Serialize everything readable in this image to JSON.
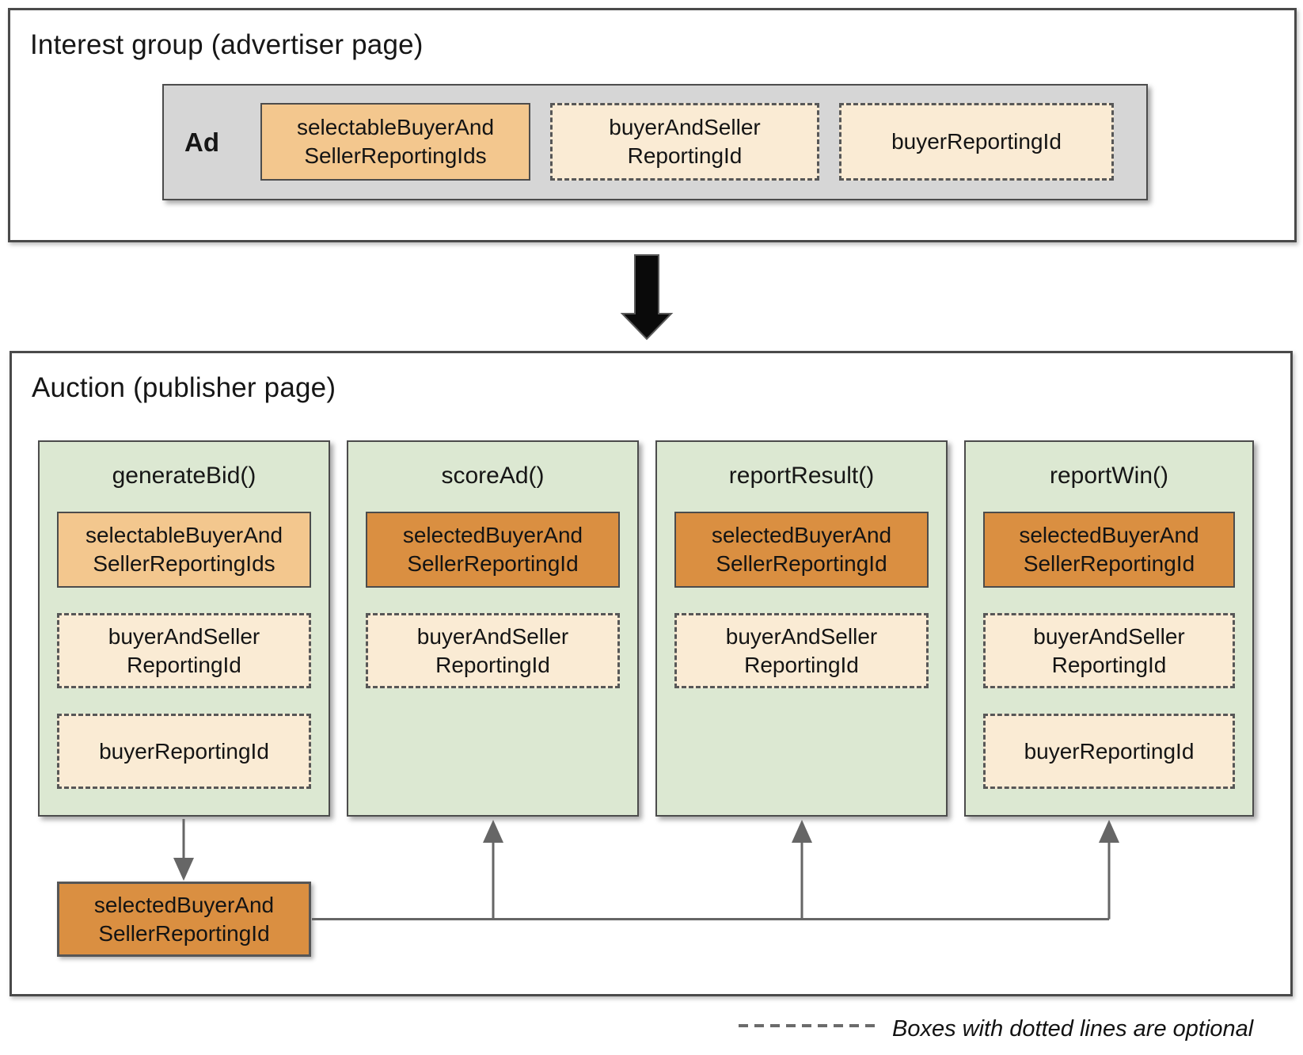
{
  "colors": {
    "tan": "#f3c78e",
    "cream": "#faebd4",
    "orange": "#da8f41",
    "green": "#dce8d2",
    "gray_container": "#d6d6d6",
    "border": "#4c4c4c",
    "connector": "#666666"
  },
  "interest_group": {
    "title": "Interest group (advertiser page)",
    "ad_label": "Ad",
    "boxes": [
      {
        "label": "selectableBuyerAnd\nSellerReportingIds",
        "variant": "solid-tan"
      },
      {
        "label": "buyerAndSeller\nReportingId",
        "variant": "dashed"
      },
      {
        "label": "buyerReportingId",
        "variant": "dashed"
      }
    ]
  },
  "auction": {
    "title": "Auction (publisher page)",
    "columns": [
      {
        "title": "generateBid()",
        "boxes": [
          {
            "label": "selectableBuyerAnd\nSellerReportingIds",
            "variant": "solid-tan"
          },
          {
            "label": "buyerAndSeller\nReportingId",
            "variant": "dashed"
          },
          {
            "label": "buyerReportingId",
            "variant": "dashed"
          }
        ]
      },
      {
        "title": "scoreAd()",
        "boxes": [
          {
            "label": "selectedBuyerAnd\nSellerReportingId",
            "variant": "solid-orange"
          },
          {
            "label": "buyerAndSeller\nReportingId",
            "variant": "dashed"
          }
        ]
      },
      {
        "title": "reportResult()",
        "boxes": [
          {
            "label": "selectedBuyerAnd\nSellerReportingId",
            "variant": "solid-orange"
          },
          {
            "label": "buyerAndSeller\nReportingId",
            "variant": "dashed"
          }
        ]
      },
      {
        "title": "reportWin()",
        "boxes": [
          {
            "label": "selectedBuyerAnd\nSellerReportingId",
            "variant": "solid-orange"
          },
          {
            "label": "buyerAndSeller\nReportingId",
            "variant": "dashed"
          },
          {
            "label": "buyerReportingId",
            "variant": "dashed"
          }
        ]
      }
    ],
    "result_box_label": "selectedBuyerAnd\nSellerReportingId"
  },
  "legend": {
    "text": "Boxes with dotted lines are optional"
  }
}
